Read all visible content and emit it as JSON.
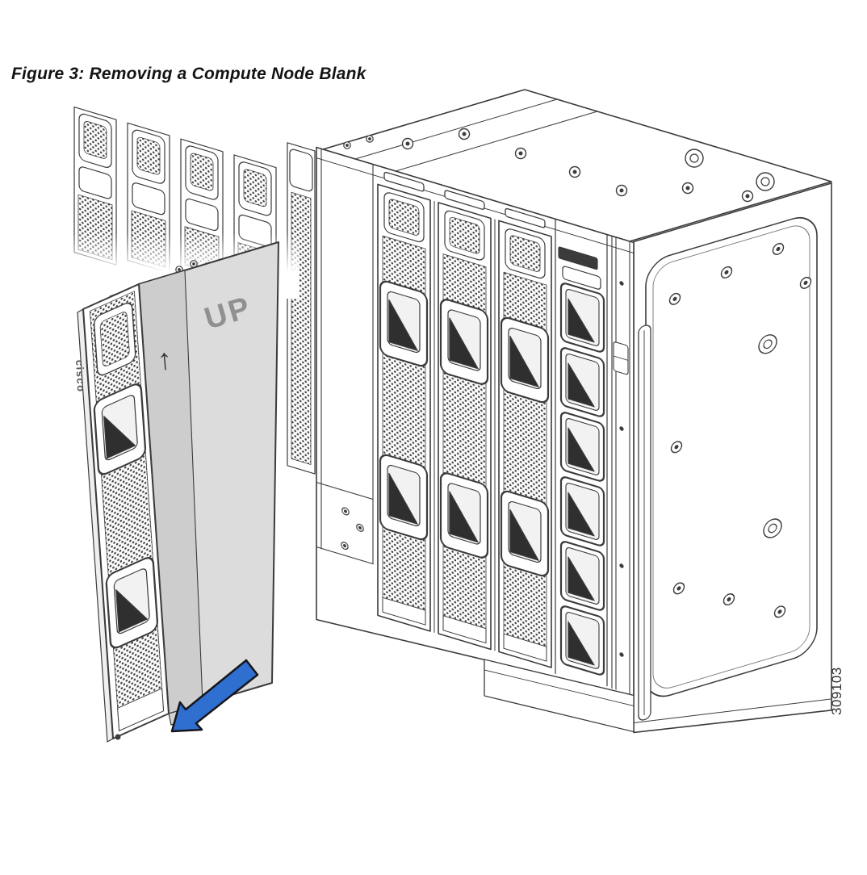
{
  "figure": {
    "caption": "Figure 3: Removing a Compute Node Blank",
    "figure_number": "309103"
  },
  "blank_markings": {
    "up_label": "UP",
    "orientation_arrow": "↑",
    "brand_logo": "cisco"
  },
  "colors": {
    "removal_arrow": "#2f6fd0",
    "line_art": "#3b3b3b",
    "blank_face": "#dcdcdc",
    "page_background": "#ffffff"
  }
}
